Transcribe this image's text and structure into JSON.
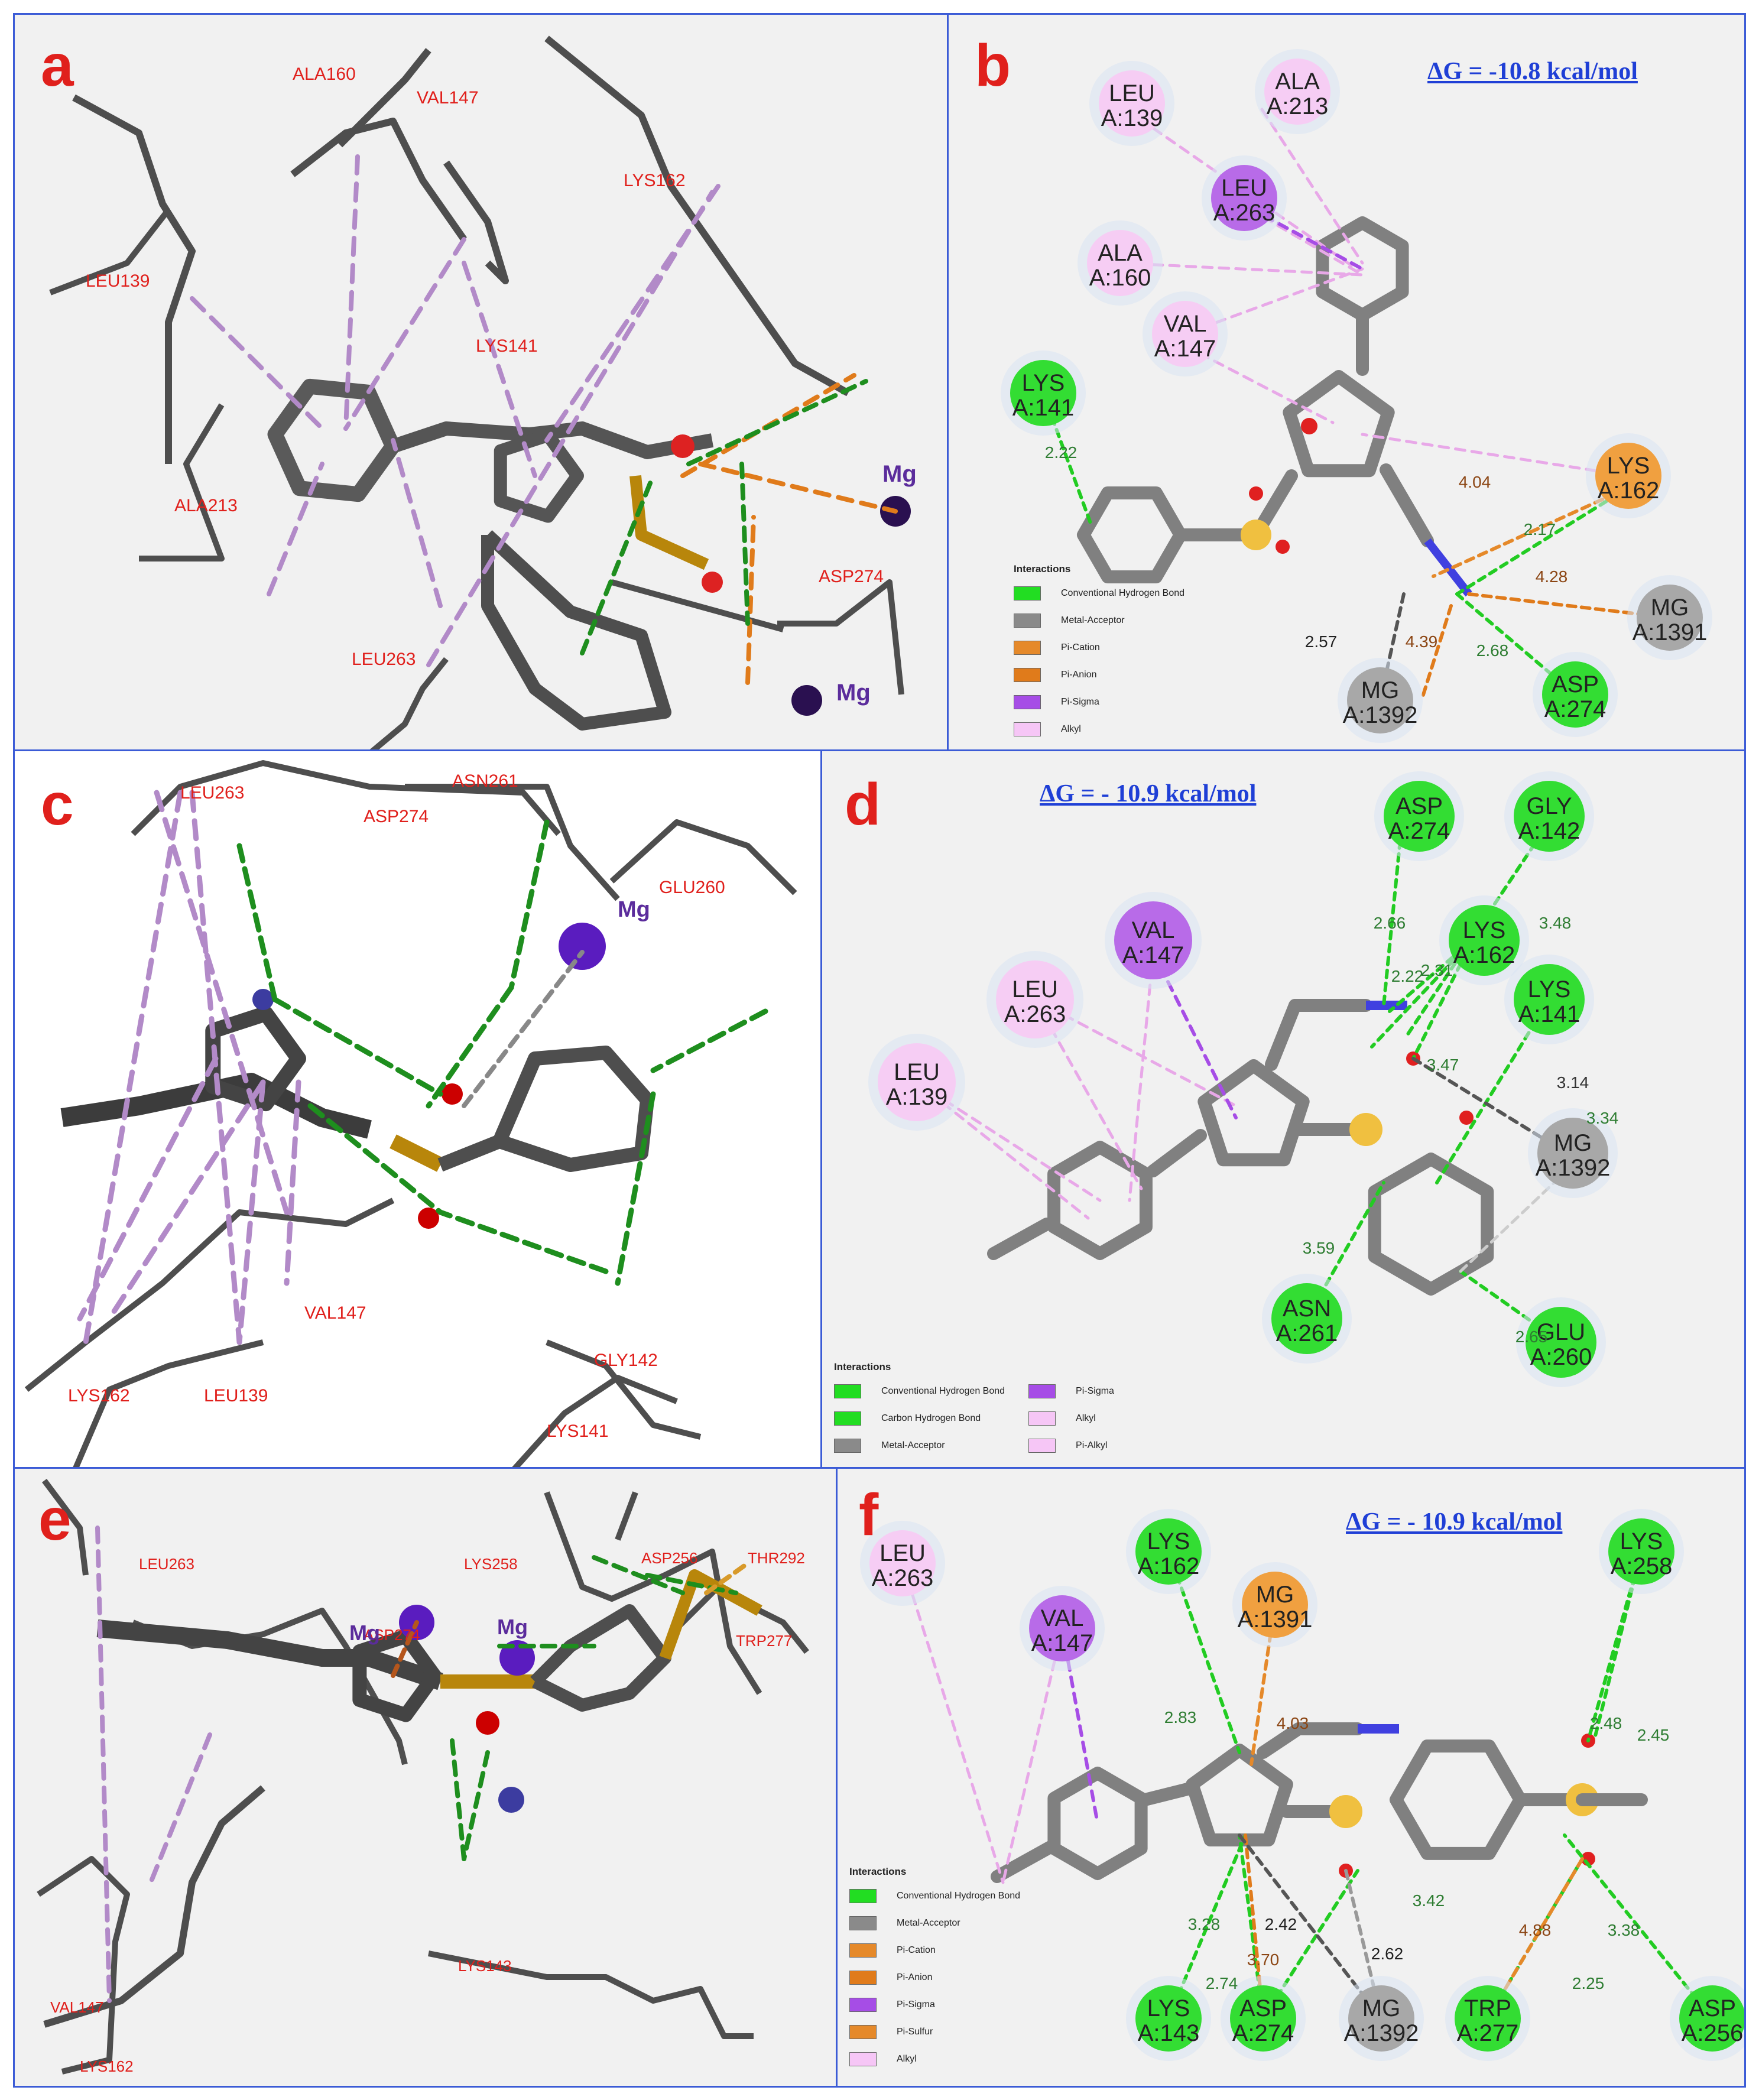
{
  "panels": {
    "a": "a",
    "b": "b",
    "c": "c",
    "d": "d",
    "e": "e",
    "f": "f"
  },
  "colors": {
    "hbond": "#22cc22",
    "metal": "#888888",
    "pication": "#e5892a",
    "pianion": "#e07b1b",
    "pisigma": "#a64de6",
    "alkyl": "#f0bff0",
    "pisulfur": "#d89a2a",
    "panel_border": "#3b5bd6",
    "label_red": "#e0201c"
  },
  "panel_a": {
    "labels": [
      "ALA160",
      "VAL147",
      "LYS162",
      "LEU139",
      "LYS141",
      "ALA213",
      "LEU263",
      "ASP274"
    ],
    "mg": [
      "Mg",
      "Mg"
    ]
  },
  "panel_b": {
    "dg": "ΔG = -10.8 kcal/mol",
    "residues": [
      {
        "l1": "LEU",
        "l2": "A:139",
        "type": "alkyl"
      },
      {
        "l1": "ALA",
        "l2": "A:213",
        "type": "alkyl"
      },
      {
        "l1": "LEU",
        "l2": "A:263",
        "type": "pisigma"
      },
      {
        "l1": "ALA",
        "l2": "A:160",
        "type": "alkyl"
      },
      {
        "l1": "VAL",
        "l2": "A:147",
        "type": "alkyl"
      },
      {
        "l1": "LYS",
        "l2": "A:141",
        "type": "hbond"
      },
      {
        "l1": "LYS",
        "l2": "A:162",
        "type": "pication"
      },
      {
        "l1": "MG",
        "l2": "A:1391",
        "type": "metal"
      },
      {
        "l1": "MG",
        "l2": "A:1392",
        "type": "metal"
      },
      {
        "l1": "ASP",
        "l2": "A:274",
        "type": "hbond"
      }
    ],
    "distances": [
      "2.22",
      "4.04",
      "2.17",
      "4.28",
      "2.57",
      "4.39",
      "2.68"
    ],
    "legend": {
      "title": "Interactions",
      "items": [
        "Conventional Hydrogen Bond",
        "Metal-Acceptor",
        "Pi-Cation",
        "Pi-Anion",
        "Pi-Sigma",
        "Alkyl"
      ]
    }
  },
  "panel_c": {
    "labels": [
      "LEU263",
      "ASN261",
      "ASP274",
      "GLU260",
      "VAL147",
      "GLY142",
      "LYS162",
      "LEU139",
      "LYS141"
    ],
    "mg": [
      "Mg"
    ]
  },
  "panel_d": {
    "dg": "ΔG = - 10.9 kcal/mol",
    "residues": [
      {
        "l1": "ASP",
        "l2": "A:274",
        "type": "hbond"
      },
      {
        "l1": "GLY",
        "l2": "A:142",
        "type": "hbond"
      },
      {
        "l1": "VAL",
        "l2": "A:147",
        "type": "pisigma"
      },
      {
        "l1": "LYS",
        "l2": "A:162",
        "type": "hbond"
      },
      {
        "l1": "LEU",
        "l2": "A:263",
        "type": "alkyl"
      },
      {
        "l1": "LYS",
        "l2": "A:141",
        "type": "hbond"
      },
      {
        "l1": "LEU",
        "l2": "A:139",
        "type": "alkyl"
      },
      {
        "l1": "MG",
        "l2": "A:1392",
        "type": "metal"
      },
      {
        "l1": "ASN",
        "l2": "A:261",
        "type": "hbond"
      },
      {
        "l1": "GLU",
        "l2": "A:260",
        "type": "hbond"
      }
    ],
    "distances": [
      "2.66",
      "2.31",
      "3.48",
      "2.22",
      "3.47",
      "3.14",
      "3.34",
      "3.59",
      "2.65"
    ],
    "legend": {
      "title": "Interactions",
      "col1": [
        "Conventional Hydrogen Bond",
        "Carbon Hydrogen Bond",
        "Metal-Acceptor"
      ],
      "col2": [
        "Pi-Sigma",
        "Alkyl",
        "Pi-Alkyl"
      ]
    }
  },
  "panel_e": {
    "labels": [
      "LEU263",
      "LYS258",
      "ASP256",
      "THR292",
      "ASP274",
      "TRP277",
      "VAL147",
      "LYS162",
      "LYS143"
    ],
    "mg": [
      "Mg",
      "Mg"
    ]
  },
  "panel_f": {
    "dg": "ΔG = - 10.9 kcal/mol",
    "residues": [
      {
        "l1": "LEU",
        "l2": "A:263",
        "type": "alkyl"
      },
      {
        "l1": "LYS",
        "l2": "A:162",
        "type": "hbond"
      },
      {
        "l1": "MG",
        "l2": "A:1391",
        "type": "pication"
      },
      {
        "l1": "VAL",
        "l2": "A:147",
        "type": "pisigma"
      },
      {
        "l1": "LYS",
        "l2": "A:258",
        "type": "hbond"
      },
      {
        "l1": "LYS",
        "l2": "A:143",
        "type": "hbond"
      },
      {
        "l1": "ASP",
        "l2": "A:274",
        "type": "hbond"
      },
      {
        "l1": "MG",
        "l2": "A:1392",
        "type": "metal"
      },
      {
        "l1": "TRP",
        "l2": "A:277",
        "type": "hbond"
      },
      {
        "l1": "ASP",
        "l2": "A:256",
        "type": "hbond"
      }
    ],
    "distances": [
      "2.83",
      "4.03",
      "2.48",
      "2.45",
      "3.28",
      "2.42",
      "3.42",
      "3.38",
      "3.70",
      "2.74",
      "2.62",
      "4.88",
      "2.25"
    ],
    "legend": {
      "title": "Interactions",
      "items": [
        "Conventional Hydrogen Bond",
        "Metal-Acceptor",
        "Pi-Cation",
        "Pi-Anion",
        "Pi-Sigma",
        "Pi-Sulfur",
        "Alkyl"
      ]
    }
  }
}
